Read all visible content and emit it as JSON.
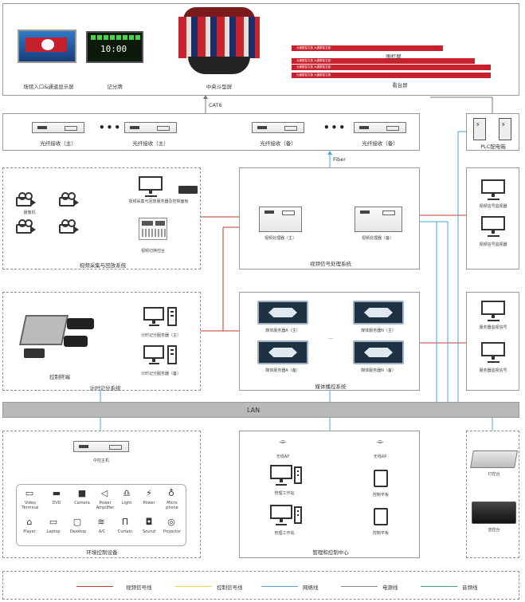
{
  "displays": {
    "entrance_label": "场馆入口&通道显示屏",
    "scoreboard_label": "记分牌",
    "scoreboard_time": "10:00",
    "center_label": "中央斗型屏",
    "fence_label": "围栏屏",
    "stand_label": "看台屏",
    "cat6_label": "CAT6",
    "led_text": "大唐数智文旅  大唐数智文旅"
  },
  "fiber_row": {
    "recv_main_1": "光纤接收（主）",
    "recv_main_2": "光纤接收（主）",
    "recv_backup_1": "光纤接收（备）",
    "recv_backup_2": "光纤接收（备）",
    "dots": "•••",
    "plc_label": "PLC配电箱",
    "fiber_label": "Fiber"
  },
  "video_capture": {
    "camera_label": "摄像机",
    "recording_label": "视频采集与回放服务器及控制面板",
    "switch_console_label": "视频切换控台",
    "system_label": "视频采集与回放系统"
  },
  "video_processing": {
    "processor_main": "视频处理器（主）",
    "processor_backup": "视频处理器（备）",
    "system_label": "视频信号处理系统"
  },
  "right_monitors": {
    "video_monitor_1": "视频信号监视器",
    "video_monitor_2": "视频信号监视器",
    "server_monitor_1": "服务器监视信号",
    "server_monitor_2": "服务器监视信号"
  },
  "timing": {
    "console_label": "控制终端",
    "server_main": "计时记分服务器（主）",
    "server_backup": "计时记分服务器（备）",
    "system_label": "计时记分系统"
  },
  "media": {
    "server_a_main": "媒体服务器A（主）",
    "server_a_backup": "媒体服务器A（备）",
    "server_n_main": "媒体服务器N（主）",
    "server_n_backup": "媒体服务器N（备）",
    "dots": "...",
    "system_label": "媒体播控系统"
  },
  "lan_label": "LAN",
  "environment": {
    "host_label": "中控主机",
    "items": [
      "Video Terminal",
      "DVD",
      "Camera",
      "Power Amplifier",
      "Light",
      "Power",
      "Micro phone",
      "Player",
      "Laptop",
      "Desktop",
      "A/C",
      "Curtain",
      "Sound",
      "Projector"
    ],
    "system_label": "环境控制设备"
  },
  "management": {
    "ap_1": "无线AP",
    "ap_2": "无线AP",
    "workstation_1": "管理工作站",
    "workstation_2": "管理工作站",
    "tablet_1": "控制平板",
    "tablet_2": "控制平板",
    "system_label": "管理和控制中心"
  },
  "consoles": {
    "light_console": "灯控台",
    "audio_console": "音控台"
  },
  "legend": {
    "items": [
      {
        "label": "视频信号线",
        "color": "#c0392b"
      },
      {
        "label": "控制信号线",
        "color": "#f0d84a"
      },
      {
        "label": "网络线",
        "color": "#4aa8d8"
      },
      {
        "label": "电源线",
        "color": "#888888"
      },
      {
        "label": "音频线",
        "color": "#3aa676"
      }
    ]
  }
}
